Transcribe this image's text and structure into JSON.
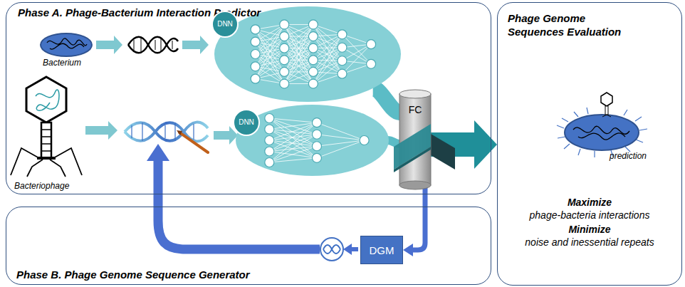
{
  "diagram": {
    "nodes": [
      {
        "text": [
          "Phase A. Phage-Bacterium Interaction Predictor"
        ]
      },
      {
        "text": [
          "DNN"
        ],
        "in": 0
      },
      {
        "text": [
          "DNN"
        ],
        "in": 0
      },
      {
        "text": [
          "FC"
        ],
        "in": 0
      },
      {
        "text": [
          "Phage Genome Sequences Evaluation",
          "Maximize",
          "phage-bacteria interactions",
          "Minimize",
          "noise and inessential repeats"
        ]
      },
      {
        "text": [
          "Phase B. Phage Genome Sequence Generator"
        ]
      },
      {
        "text": [
          "DGM"
        ],
        "in": 5
      }
    ],
    "edges": [
      {
        "from": 1,
        "to": 3,
        "arrow": "none"
      },
      {
        "from": 2,
        "to": 3,
        "arrow": "none"
      },
      {
        "from": 3,
        "to": 4,
        "arrow": "to"
      },
      {
        "from": 3,
        "to": 6,
        "arrow": "to"
      }
    ],
    "labels": [
      "Bacterium",
      "Bacteriophage",
      "prediction"
    ]
  }
}
